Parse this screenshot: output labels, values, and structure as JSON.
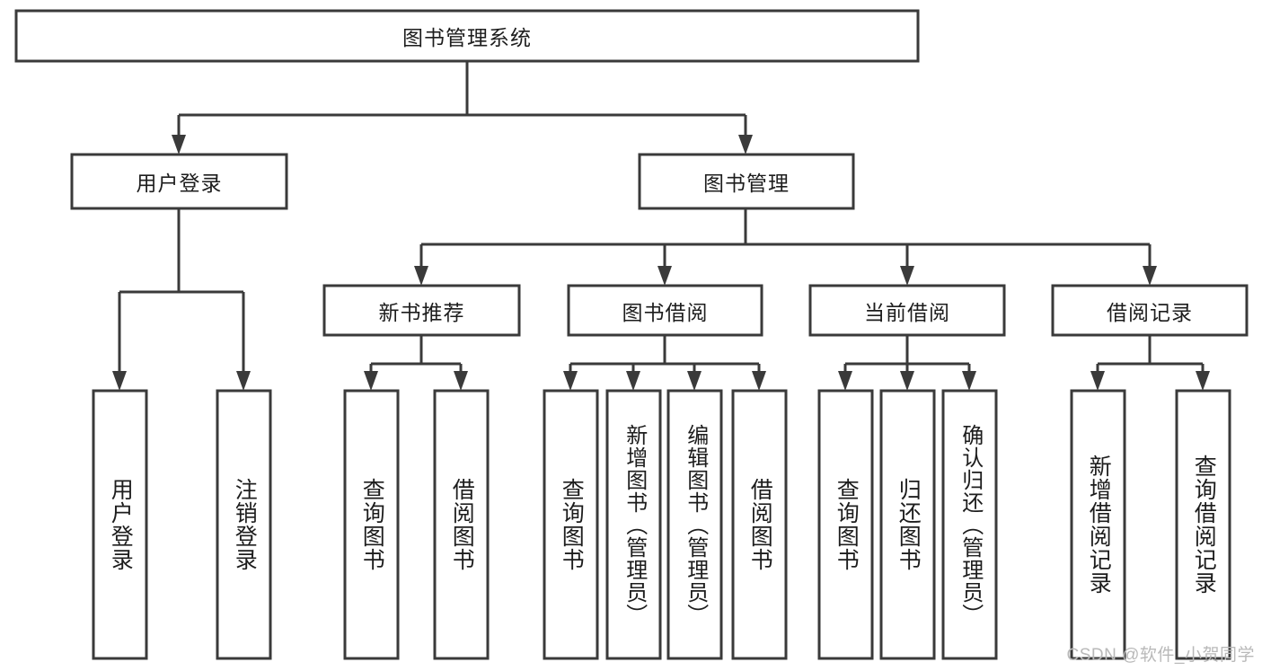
{
  "diagram": {
    "title": "图书管理系统",
    "type": "tree-hierarchy",
    "orientation": "top-down",
    "root": {
      "label": "图书管理系统"
    },
    "level2": [
      {
        "label": "用户登录"
      },
      {
        "label": "图书管理"
      }
    ],
    "level3": [
      {
        "label": "新书推荐"
      },
      {
        "label": "图书借阅"
      },
      {
        "label": "当前借阅"
      },
      {
        "label": "借阅记录"
      }
    ],
    "leaves": {
      "user_login": [
        {
          "label": "用户登录"
        },
        {
          "label": "注销登录"
        }
      ],
      "new_book_recommend": [
        {
          "label": "查询图书"
        },
        {
          "label": "借阅图书"
        }
      ],
      "book_borrow": [
        {
          "label": "查询图书"
        },
        {
          "label": "新增图书（管理员）"
        },
        {
          "label": "编辑图书（管理员）"
        },
        {
          "label": "借阅图书"
        }
      ],
      "current_borrow": [
        {
          "label": "查询图书"
        },
        {
          "label": "归还图书"
        },
        {
          "label": "确认归还（管理员）"
        }
      ],
      "borrow_record": [
        {
          "label": "新增借阅记录"
        },
        {
          "label": "查询借阅记录"
        }
      ]
    }
  },
  "watermark": {
    "text": "CSDN @软件_小贺同学"
  },
  "colors": {
    "background": "#ffffff",
    "stroke": "#3a3a3a",
    "text": "#1d1d1d",
    "watermark": "#b9b9b9"
  }
}
